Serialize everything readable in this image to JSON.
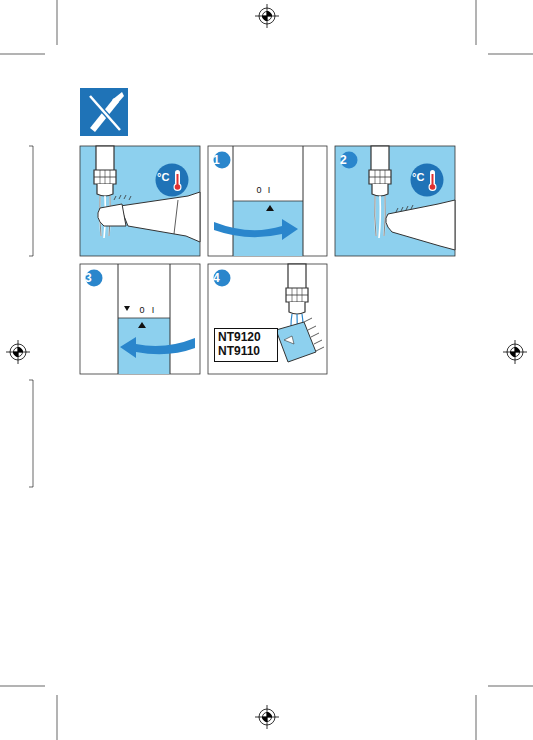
{
  "diagram": {
    "nodes": [
      {
        "text": [
          "°C"
        ]
      },
      {
        "text": [
          "1"
        ]
      },
      {
        "text": [
          "2"
        ]
      },
      {
        "text": [
          "°C"
        ]
      },
      {
        "text": [
          "3"
        ]
      },
      {
        "text": [
          "4"
        ]
      },
      {
        "text": [
          "NT9120 NT9110"
        ]
      }
    ],
    "labels": [
      "0",
      "I",
      "0",
      "I"
    ]
  }
}
